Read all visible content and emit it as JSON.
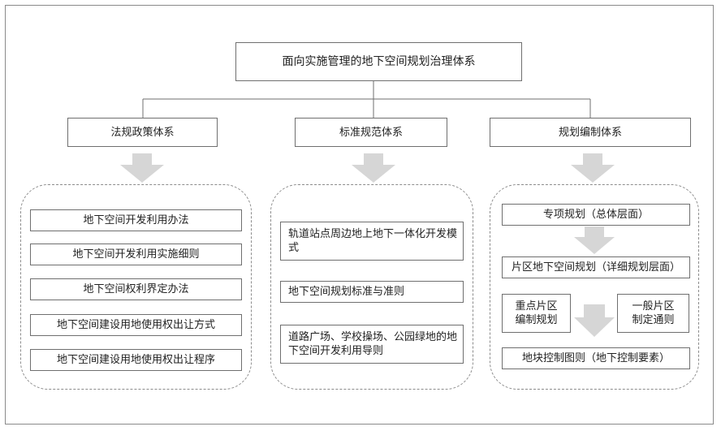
{
  "root": {
    "label": "面向实施管理的地下空间规划治理体系"
  },
  "columns": [
    {
      "title": "法规政策体系",
      "items": [
        "地下空间开发利用办法",
        "地下空间开发利用实施细则",
        "地下空间权利界定办法",
        "地下空间建设用地使用权出让方式",
        "地下空间建设用地使用权出让程序"
      ]
    },
    {
      "title": "标准规范体系",
      "items": [
        "轨道站点周边地上地下一体化开发模式",
        "地下空间规划标准与准则",
        "道路广场、学校操场、公园绿地的地下空间开发利用导则"
      ]
    },
    {
      "title": "规划编制体系",
      "items": {
        "special": "专项规划（总体层面）",
        "district": "片区地下空间规划（详细规划层面）",
        "key_area": "重点片区编制规划",
        "general_area": "一般片区制定通则",
        "plot": "地块控制图则（地下控制要素）"
      }
    }
  ],
  "colors": {
    "border": "#6f6f6f",
    "arrow": "#d6d6d6",
    "dashed": "#8c8c8c"
  }
}
